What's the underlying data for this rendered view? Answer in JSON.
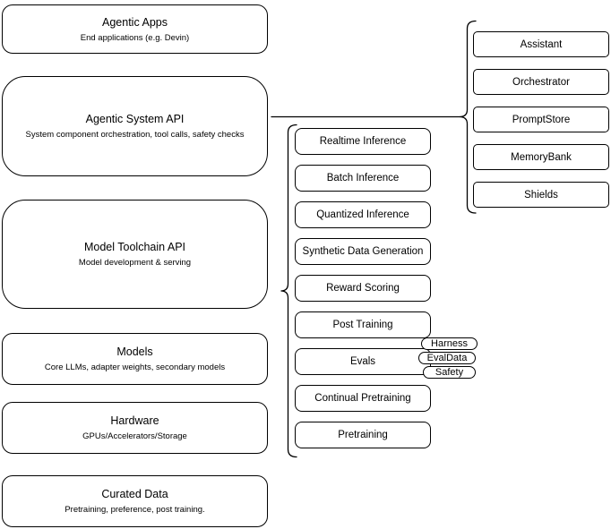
{
  "diagram": {
    "left_column": {
      "boxes": [
        {
          "title": "Agentic Apps",
          "subtitle": "End applications (e.g. Devin)"
        },
        {
          "title": "Agentic System API",
          "subtitle": "System component orchestration, tool calls, safety checks"
        },
        {
          "title": "Model Toolchain API",
          "subtitle": "Model development & serving"
        },
        {
          "title": "Models",
          "subtitle": "Core LLMs, adapter weights, secondary models"
        },
        {
          "title": "Hardware",
          "subtitle": "GPUs/Accelerators/Storage"
        },
        {
          "title": "Curated Data",
          "subtitle": "Pretraining, preference, post training."
        }
      ]
    },
    "middle_column": {
      "boxes": [
        "Realtime Inference",
        "Batch Inference",
        "Quantized Inference",
        "Synthetic Data Generation",
        "Reward Scoring",
        "Post Training",
        "Evals",
        "Continual Pretraining",
        "Pretraining"
      ]
    },
    "right_column": {
      "boxes": [
        "Assistant",
        "Orchestrator",
        "PromptStore",
        "MemoryBank",
        "Shields"
      ]
    },
    "eval_tags": [
      "Harness",
      "EvalData",
      "Safety"
    ],
    "colors": {
      "stroke": "#000000",
      "fill": "#ffffff",
      "text": "#000000"
    }
  }
}
